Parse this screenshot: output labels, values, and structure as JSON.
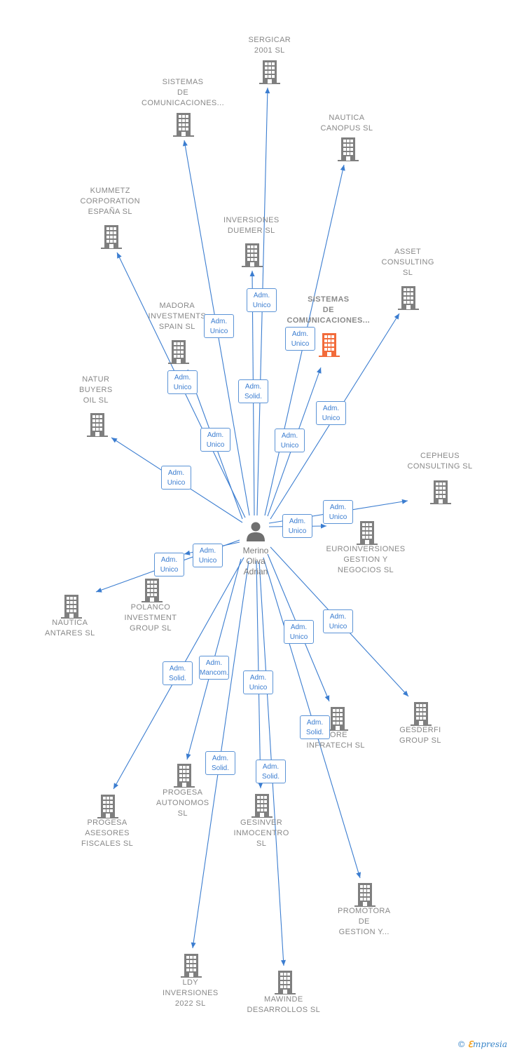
{
  "colors": {
    "edge": "#3b7dd0",
    "building": "#7f7f7f",
    "highlight": "#f26b3a",
    "badge_border": "#5b93d6",
    "person": "#6f6f6f"
  },
  "center": {
    "icon": "person-icon",
    "name_lines": [
      "Merino",
      "Oliva",
      "Adrian"
    ]
  },
  "nodes": [
    {
      "id": "sergicar",
      "lines": [
        "SERGICAR",
        "2001  SL"
      ],
      "highlight": false
    },
    {
      "id": "sistemas1",
      "lines": [
        "SISTEMAS",
        "DE",
        "COMUNICACIONES..."
      ],
      "highlight": false
    },
    {
      "id": "nautica_canopus",
      "lines": [
        "NAUTICA",
        "CANOPUS  SL"
      ],
      "highlight": false
    },
    {
      "id": "kummetz",
      "lines": [
        "KUMMETZ",
        "CORPORATION",
        "ESPAÑA SL"
      ],
      "highlight": false
    },
    {
      "id": "inversiones_duemer",
      "lines": [
        "INVERSIONES",
        "DUEMER  SL"
      ],
      "highlight": false
    },
    {
      "id": "asset",
      "lines": [
        "ASSET",
        "CONSULTING",
        "SL"
      ],
      "highlight": false
    },
    {
      "id": "sistemas2",
      "lines": [
        "SISTEMAS",
        "DE",
        "COMUNICACIONES..."
      ],
      "highlight": true
    },
    {
      "id": "madora",
      "lines": [
        "MADORA",
        "INVESTMENTS",
        "SPAIN  SL"
      ],
      "highlight": false
    },
    {
      "id": "natur",
      "lines": [
        "NATUR",
        "BUYERS",
        "OIL  SL"
      ],
      "highlight": false
    },
    {
      "id": "cepheus",
      "lines": [
        "CEPHEUS",
        "CONSULTING SL"
      ],
      "highlight": false
    },
    {
      "id": "euroinversiones",
      "lines": [
        "EUROINVERSIONES",
        "GESTION Y",
        "NEGOCIOS  SL"
      ],
      "highlight": false
    },
    {
      "id": "polanco",
      "lines": [
        "POLANCO",
        "INVESTMENT",
        "GROUP  SL"
      ],
      "highlight": false
    },
    {
      "id": "nautica_antares",
      "lines": [
        "NAUTICA",
        "ANTARES  SL"
      ],
      "highlight": false
    },
    {
      "id": "gesderfi",
      "lines": [
        "GESDERFI",
        "GROUP  SL"
      ],
      "highlight": false
    },
    {
      "id": "core",
      "lines": [
        "CORE",
        "INFRATECH  SL"
      ],
      "highlight": false
    },
    {
      "id": "progesa_autonomos",
      "lines": [
        "PROGESA",
        "AUTONOMOS",
        "SL"
      ],
      "highlight": false
    },
    {
      "id": "progesa_asesores",
      "lines": [
        "PROGESA",
        "ASESORES",
        "FISCALES  SL"
      ],
      "highlight": false
    },
    {
      "id": "gesinver",
      "lines": [
        "GESINVER",
        "INMOCENTRO",
        "SL"
      ],
      "highlight": false
    },
    {
      "id": "promotora",
      "lines": [
        "PROMOTORA",
        "DE",
        "GESTION Y..."
      ],
      "highlight": false
    },
    {
      "id": "ldy",
      "lines": [
        "LDY",
        "INVERSIONES",
        "2022  SL"
      ],
      "highlight": false
    },
    {
      "id": "mawinde",
      "lines": [
        "MAWINDE",
        "DESARROLLOS SL"
      ],
      "highlight": false
    }
  ],
  "edges": [
    {
      "to": "sergicar",
      "label": [
        "Adm.",
        "Unico"
      ]
    },
    {
      "to": "sistemas1",
      "label": [
        "Adm.",
        "Unico"
      ]
    },
    {
      "to": "nautica_canopus",
      "label": [
        "Adm.",
        "Unico"
      ]
    },
    {
      "to": "kummetz",
      "label": [
        "Adm.",
        "Unico"
      ]
    },
    {
      "to": "inversiones_duemer",
      "label": [
        "Adm.",
        "Solid."
      ]
    },
    {
      "to": "asset",
      "label": [
        "Adm.",
        "Unico"
      ]
    },
    {
      "to": "sistemas2",
      "label": [
        "Adm.",
        "Unico"
      ]
    },
    {
      "to": "madora",
      "label": [
        "Adm.",
        "Unico"
      ]
    },
    {
      "to": "natur",
      "label": [
        "Adm.",
        "Unico"
      ]
    },
    {
      "to": "cepheus",
      "label": [
        "Adm.",
        "Unico"
      ]
    },
    {
      "to": "euroinversiones",
      "label": [
        "Adm.",
        "Unico"
      ]
    },
    {
      "to": "polanco",
      "label": [
        "Adm.",
        "Unico"
      ]
    },
    {
      "to": "nautica_antares",
      "label": [
        "Adm.",
        "Unico"
      ]
    },
    {
      "to": "gesderfi",
      "label": [
        "Adm.",
        "Unico"
      ]
    },
    {
      "to": "core",
      "label": [
        "Adm.",
        "Unico"
      ]
    },
    {
      "to": "progesa_autonomos",
      "label": [
        "Adm.",
        "Mancom."
      ]
    },
    {
      "to": "progesa_asesores",
      "label": [
        "Adm.",
        "Solid."
      ]
    },
    {
      "to": "gesinver",
      "label": [
        "Adm.",
        "Unico"
      ]
    },
    {
      "to": "promotora",
      "label": [
        "Adm.",
        "Solid."
      ]
    },
    {
      "to": "ldy",
      "label": [
        "Adm.",
        "Solid."
      ]
    },
    {
      "to": "mawinde",
      "label": [
        "Adm.",
        "Solid."
      ]
    }
  ],
  "footer": {
    "copyright_symbol": "©",
    "brand_first": "ℇ",
    "brand_rest": "mpresia"
  }
}
